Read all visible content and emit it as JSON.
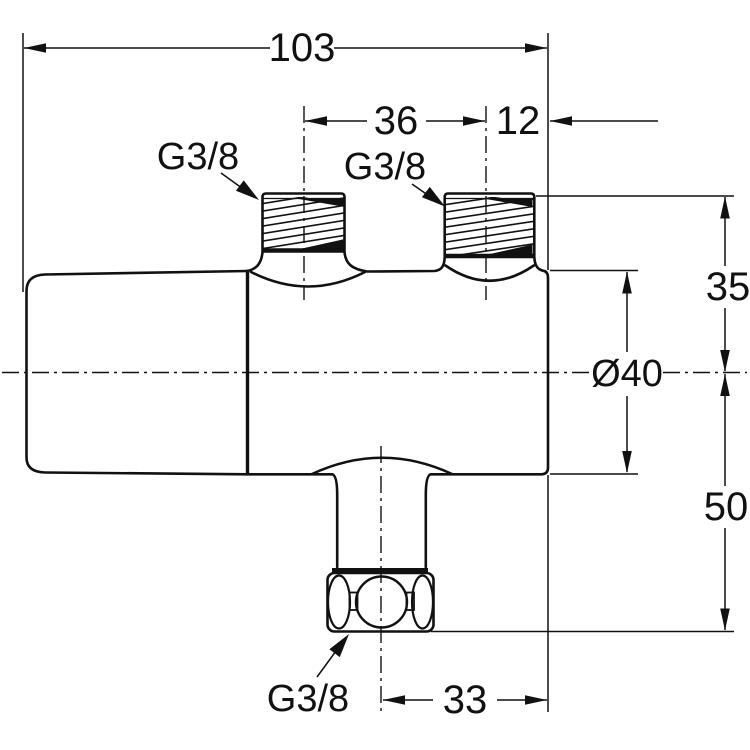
{
  "drawing": {
    "title": "thermostatic-valve-technical-drawing",
    "colors": {
      "line": "#111111",
      "background": "#ffffff"
    },
    "dimensions": {
      "overall_width": "103",
      "port_spacing": "36",
      "port_edge_offset": "12",
      "ports_above_axis": "35",
      "body_diameter": "Ø40",
      "outlet_below_axis": "50",
      "outlet_offset": "33"
    },
    "labels": {
      "left_port_thread": "G3/8",
      "right_port_thread": "G3/8",
      "outlet_thread": "G3/8"
    }
  }
}
